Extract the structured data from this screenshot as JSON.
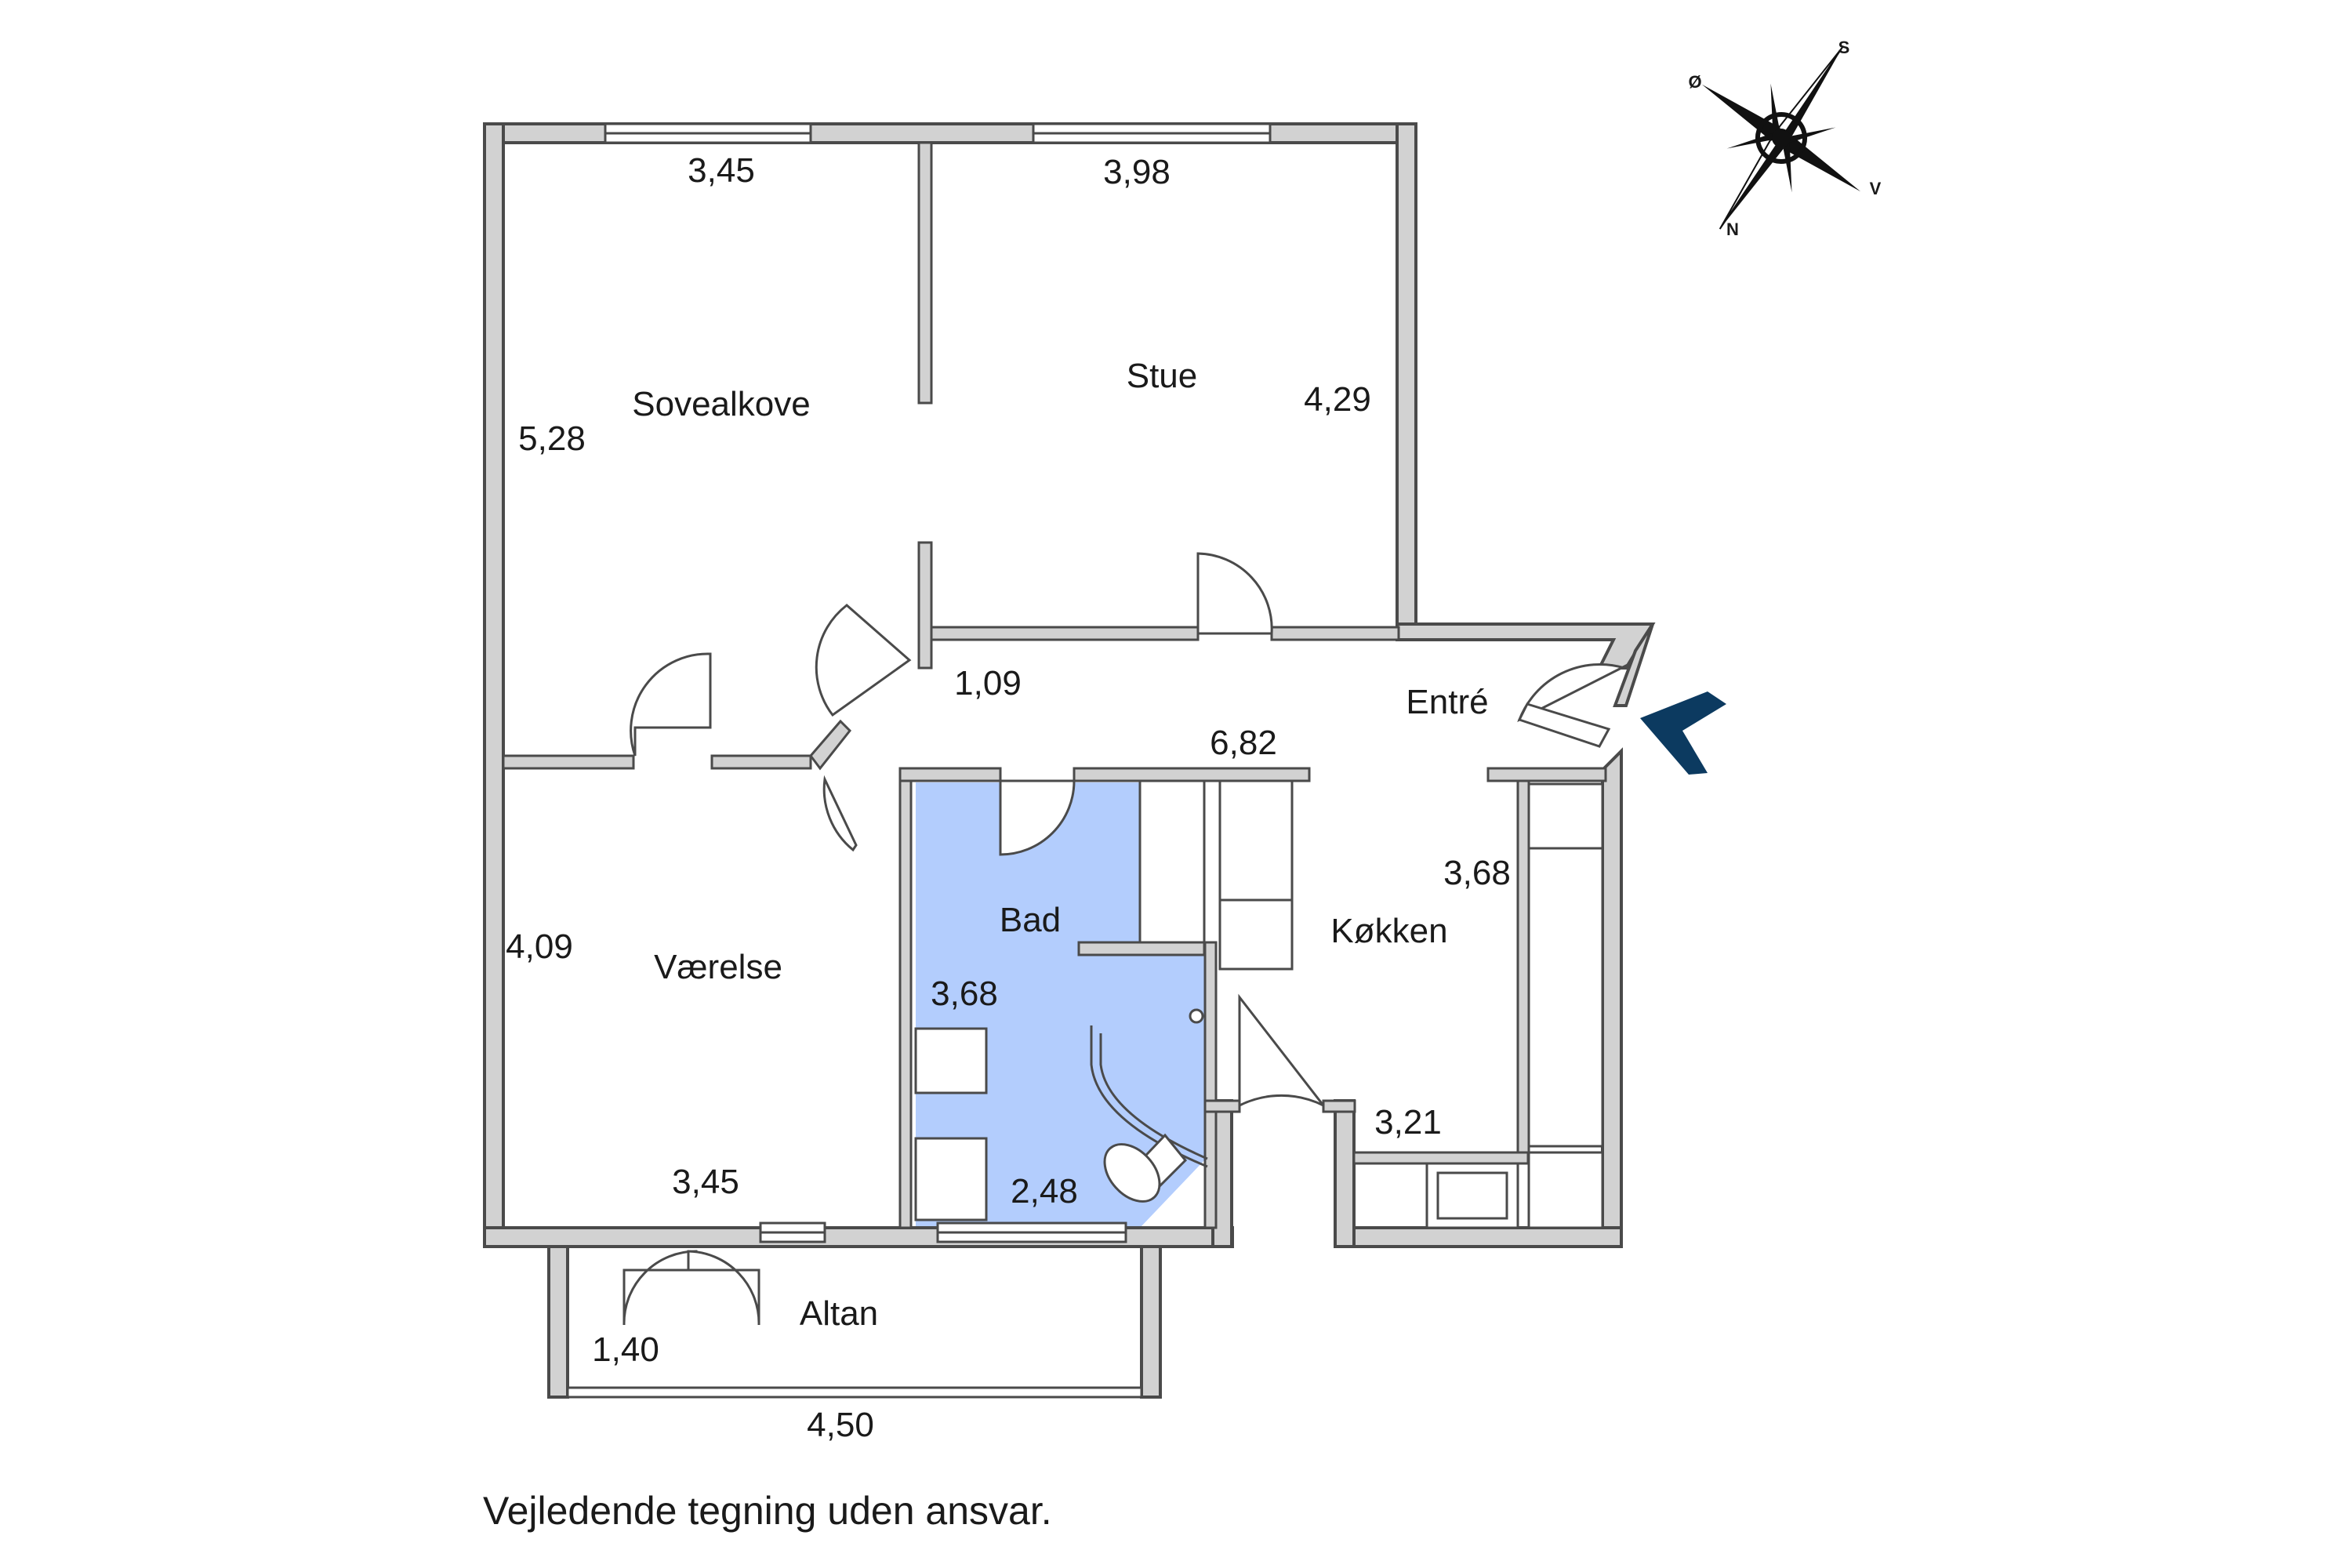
{
  "rooms": {
    "sovealkove": "Sovealkove",
    "stue": "Stue",
    "entre": "Entré",
    "vaerelse": "Værelse",
    "bad": "Bad",
    "kokken": "Køkken",
    "altan": "Altan"
  },
  "dimensions": {
    "sovealkove_width": "3,45",
    "sovealkove_height": "5,28",
    "stue_width": "3,98",
    "stue_height": "4,29",
    "hall_width": "1,09",
    "entre_length": "6,82",
    "kitchen_height": "3,68",
    "kitchen_width": "3,21",
    "bad_height": "3,68",
    "bad_width": "2,48",
    "vaerelse_height": "4,09",
    "vaerelse_width": "3,45",
    "altan_depth": "1,40",
    "altan_width": "4,50"
  },
  "compass": {
    "s": "S",
    "o": "Ø",
    "v": "V",
    "n": "N"
  },
  "colors": {
    "bathroom_fill": "#b3cdfd",
    "entrance_arrow": "#0c3a60"
  },
  "disclaimer": "Vejledende tegning uden ansvar."
}
